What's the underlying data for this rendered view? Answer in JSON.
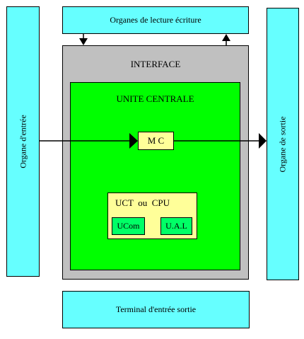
{
  "diagram": {
    "colors": {
      "peripheral": "#66ffff",
      "interface": "#c0c0c0",
      "central_unit": "#00ff00",
      "memory": "#ffff99",
      "control_unit": "#00ff66"
    },
    "labels": {
      "read_write": "Organes de lecture écriture",
      "input": "Organe d'entrée",
      "output": "Organe de sortie",
      "interface": "INTERFACE",
      "central_unit": "UNITE CENTRALE",
      "memory": "M C",
      "cpu": "UCT  ou  CPU",
      "control": "UCom",
      "alu": "U.A.L",
      "terminal": "Terminal d'entrée sortie"
    }
  }
}
